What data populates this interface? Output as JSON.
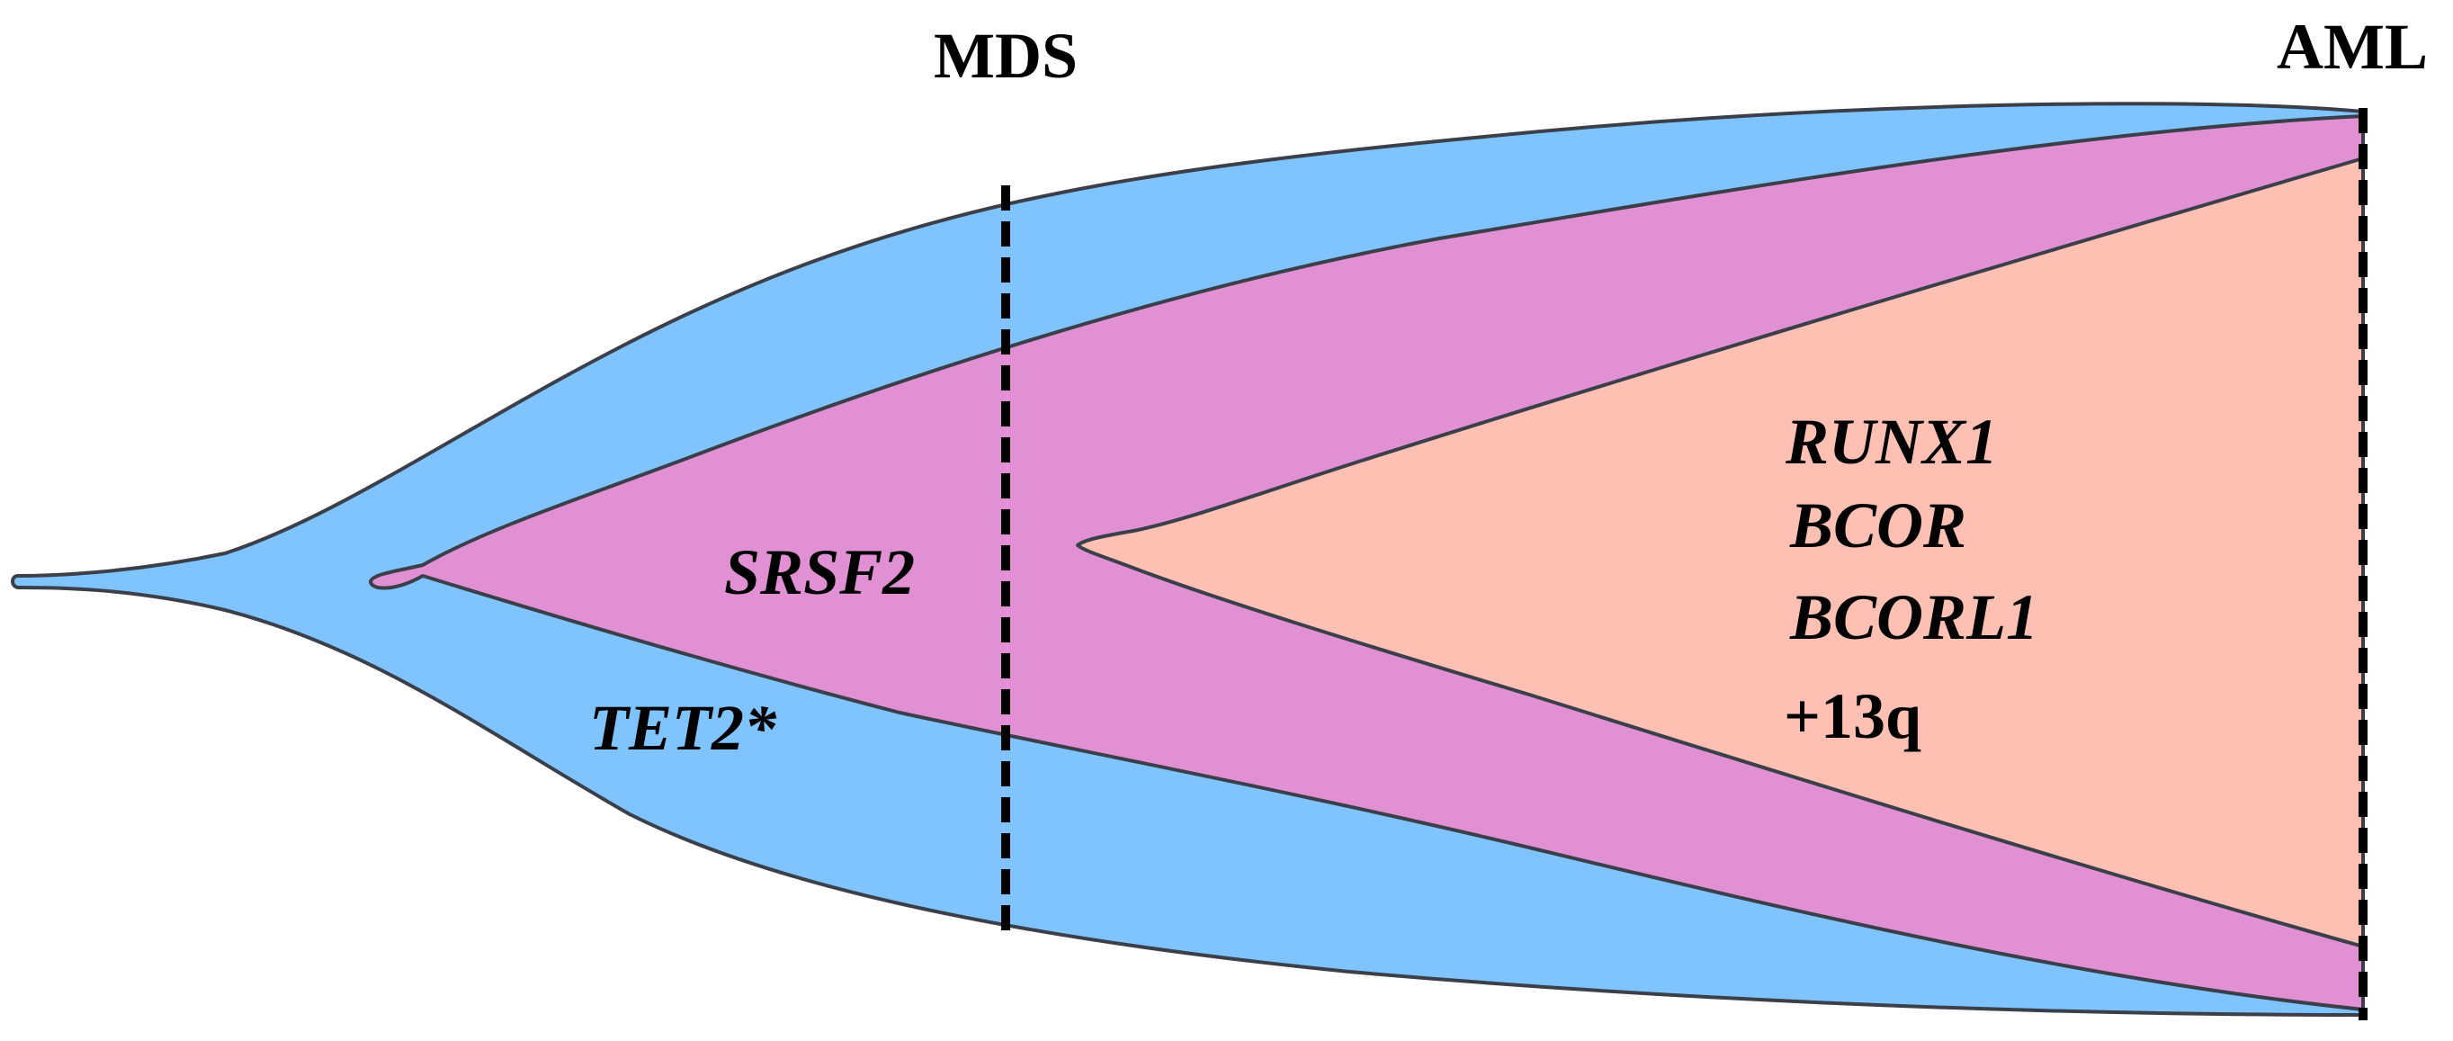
{
  "stages": {
    "mds": "MDS",
    "aml": "AML"
  },
  "clones": {
    "founder": {
      "label": "TET2*",
      "color": "#80C4FF"
    },
    "subclone": {
      "label": "SRSF2",
      "color": "#E190D4"
    },
    "terminal": {
      "labels": [
        "RUNX1",
        "BCOR",
        "BCORL1",
        "+13q"
      ],
      "color": "#FDC0B2"
    }
  },
  "outline_color": "#3A3F4A",
  "divider_color": "#000000"
}
